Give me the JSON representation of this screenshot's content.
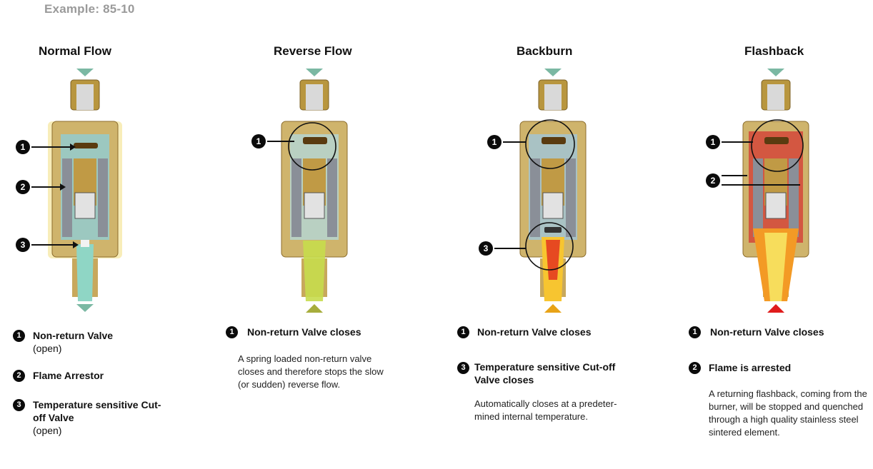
{
  "example_label": "Example: 85-10",
  "columns": [
    {
      "title": "Normal Flow",
      "arrow_color": "#7bb8a3",
      "legend": [
        {
          "num": "1",
          "title": "Non-return Valve",
          "sub": "(open)"
        },
        {
          "num": "2",
          "title": "Flame Arrestor",
          "sub": ""
        },
        {
          "num": "3",
          "title": "Temperature sensitive Cut-off Valve",
          "sub": "(open)"
        }
      ]
    },
    {
      "title": "Reverse Flow",
      "arrow_color": "#a7ad3c",
      "legend": [
        {
          "num": "1",
          "title": "Non-return Valve closes",
          "desc": "A spring loaded non-return valve closes and therefore stops the slow (or sudden) reverse flow."
        }
      ]
    },
    {
      "title": "Backburn",
      "arrow_color": "#e8a317",
      "legend": [
        {
          "num": "1",
          "title": "Non-return Valve closes"
        },
        {
          "num": "3",
          "title": "Temperature sensitive Cut-off Valve closes",
          "desc": "Automatically closes at a predeter-mined internal temperature."
        }
      ]
    },
    {
      "title": "Flashback",
      "arrow_color": "#e01c1c",
      "legend": [
        {
          "num": "1",
          "title": "Non-return Valve closes"
        },
        {
          "num": "2",
          "title": "Flame is arrested",
          "desc": "A returning flashback, coming from the burner, will be stopped and quenched through a high quality stainless steel sintered element."
        }
      ]
    }
  ],
  "badge_labels": [
    "1",
    "2",
    "3"
  ],
  "colors": {
    "brass": "#cdb06a",
    "brass_dark": "#8c6d2c",
    "gas_normal": "#7cc9b6",
    "gas_reverse": "#b9d64a",
    "flame_yellow": "#f7c530",
    "flame_red": "#e3321f"
  },
  "icons": [
    "down-arrow-icon",
    "up-arrow-icon",
    "numbered-badge-icon"
  ]
}
